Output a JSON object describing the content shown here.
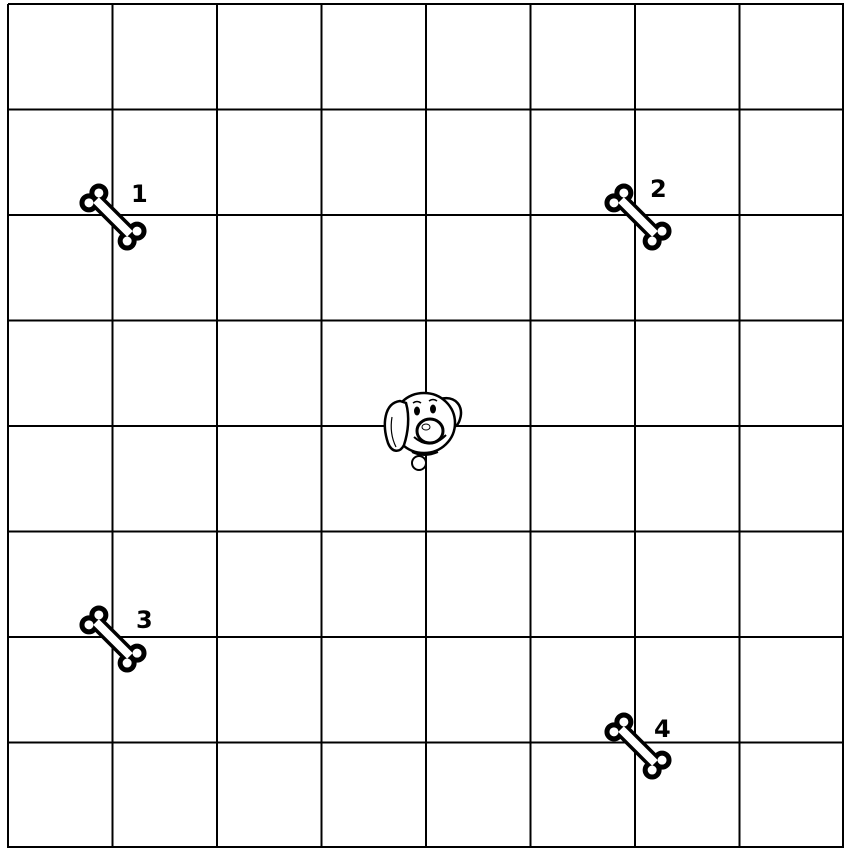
{
  "grid": {
    "columns": 8,
    "rows": 8,
    "line_color": "#000000",
    "background": "#ffffff"
  },
  "dog": {
    "icon": "dog-head-icon",
    "grid_col": 4,
    "grid_row": 4
  },
  "bones": [
    {
      "label": "1",
      "icon": "bone-icon",
      "grid_col": 1,
      "grid_row": 2
    },
    {
      "label": "2",
      "icon": "bone-icon",
      "grid_col": 6,
      "grid_row": 2
    },
    {
      "label": "3",
      "icon": "bone-icon",
      "grid_col": 1,
      "grid_row": 6
    },
    {
      "label": "4",
      "icon": "bone-icon",
      "grid_col": 6,
      "grid_row": 7
    }
  ]
}
